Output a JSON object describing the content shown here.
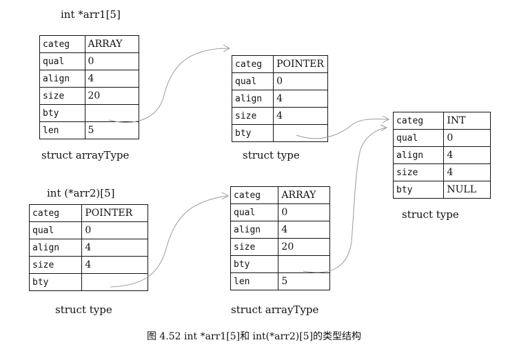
{
  "titles": {
    "arr1": "int *arr1[5]",
    "arr2": "int (*arr2)[5]"
  },
  "struct_labels": {
    "arraytype_top": "struct arrayType",
    "type_pointer_top": "struct type",
    "type_int": "struct type",
    "type_pointer_bottom": "struct type",
    "arraytype_bottom": "struct arrayType"
  },
  "tables": {
    "arraytype_top": {
      "rows": [
        {
          "key": "categ",
          "value": "ARRAY"
        },
        {
          "key": "qual",
          "value": "0"
        },
        {
          "key": "align",
          "value": "4"
        },
        {
          "key": "size",
          "value": "20"
        },
        {
          "key": "bty",
          "value": ""
        },
        {
          "key": "len",
          "value": "5"
        }
      ]
    },
    "type_pointer_top": {
      "rows": [
        {
          "key": "categ",
          "value": "POINTER"
        },
        {
          "key": "qual",
          "value": "0"
        },
        {
          "key": "align",
          "value": "4"
        },
        {
          "key": "size",
          "value": "4"
        },
        {
          "key": "bty",
          "value": ""
        }
      ]
    },
    "type_int": {
      "rows": [
        {
          "key": "categ",
          "value": "INT"
        },
        {
          "key": "qual",
          "value": "0"
        },
        {
          "key": "align",
          "value": "4"
        },
        {
          "key": "size",
          "value": "4"
        },
        {
          "key": "bty",
          "value": "NULL"
        }
      ]
    },
    "type_pointer_bottom": {
      "rows": [
        {
          "key": "categ",
          "value": "POINTER"
        },
        {
          "key": "qual",
          "value": "0"
        },
        {
          "key": "align",
          "value": "4"
        },
        {
          "key": "size",
          "value": "4"
        },
        {
          "key": "bty",
          "value": ""
        }
      ]
    },
    "arraytype_bottom": {
      "rows": [
        {
          "key": "categ",
          "value": "ARRAY"
        },
        {
          "key": "qual",
          "value": "0"
        },
        {
          "key": "align",
          "value": "4"
        },
        {
          "key": "size",
          "value": "20"
        },
        {
          "key": "bty",
          "value": ""
        },
        {
          "key": "len",
          "value": "5"
        }
      ]
    }
  },
  "caption": "图 4.52  int *arr1[5]和 int(*arr2)[5]的类型结构"
}
